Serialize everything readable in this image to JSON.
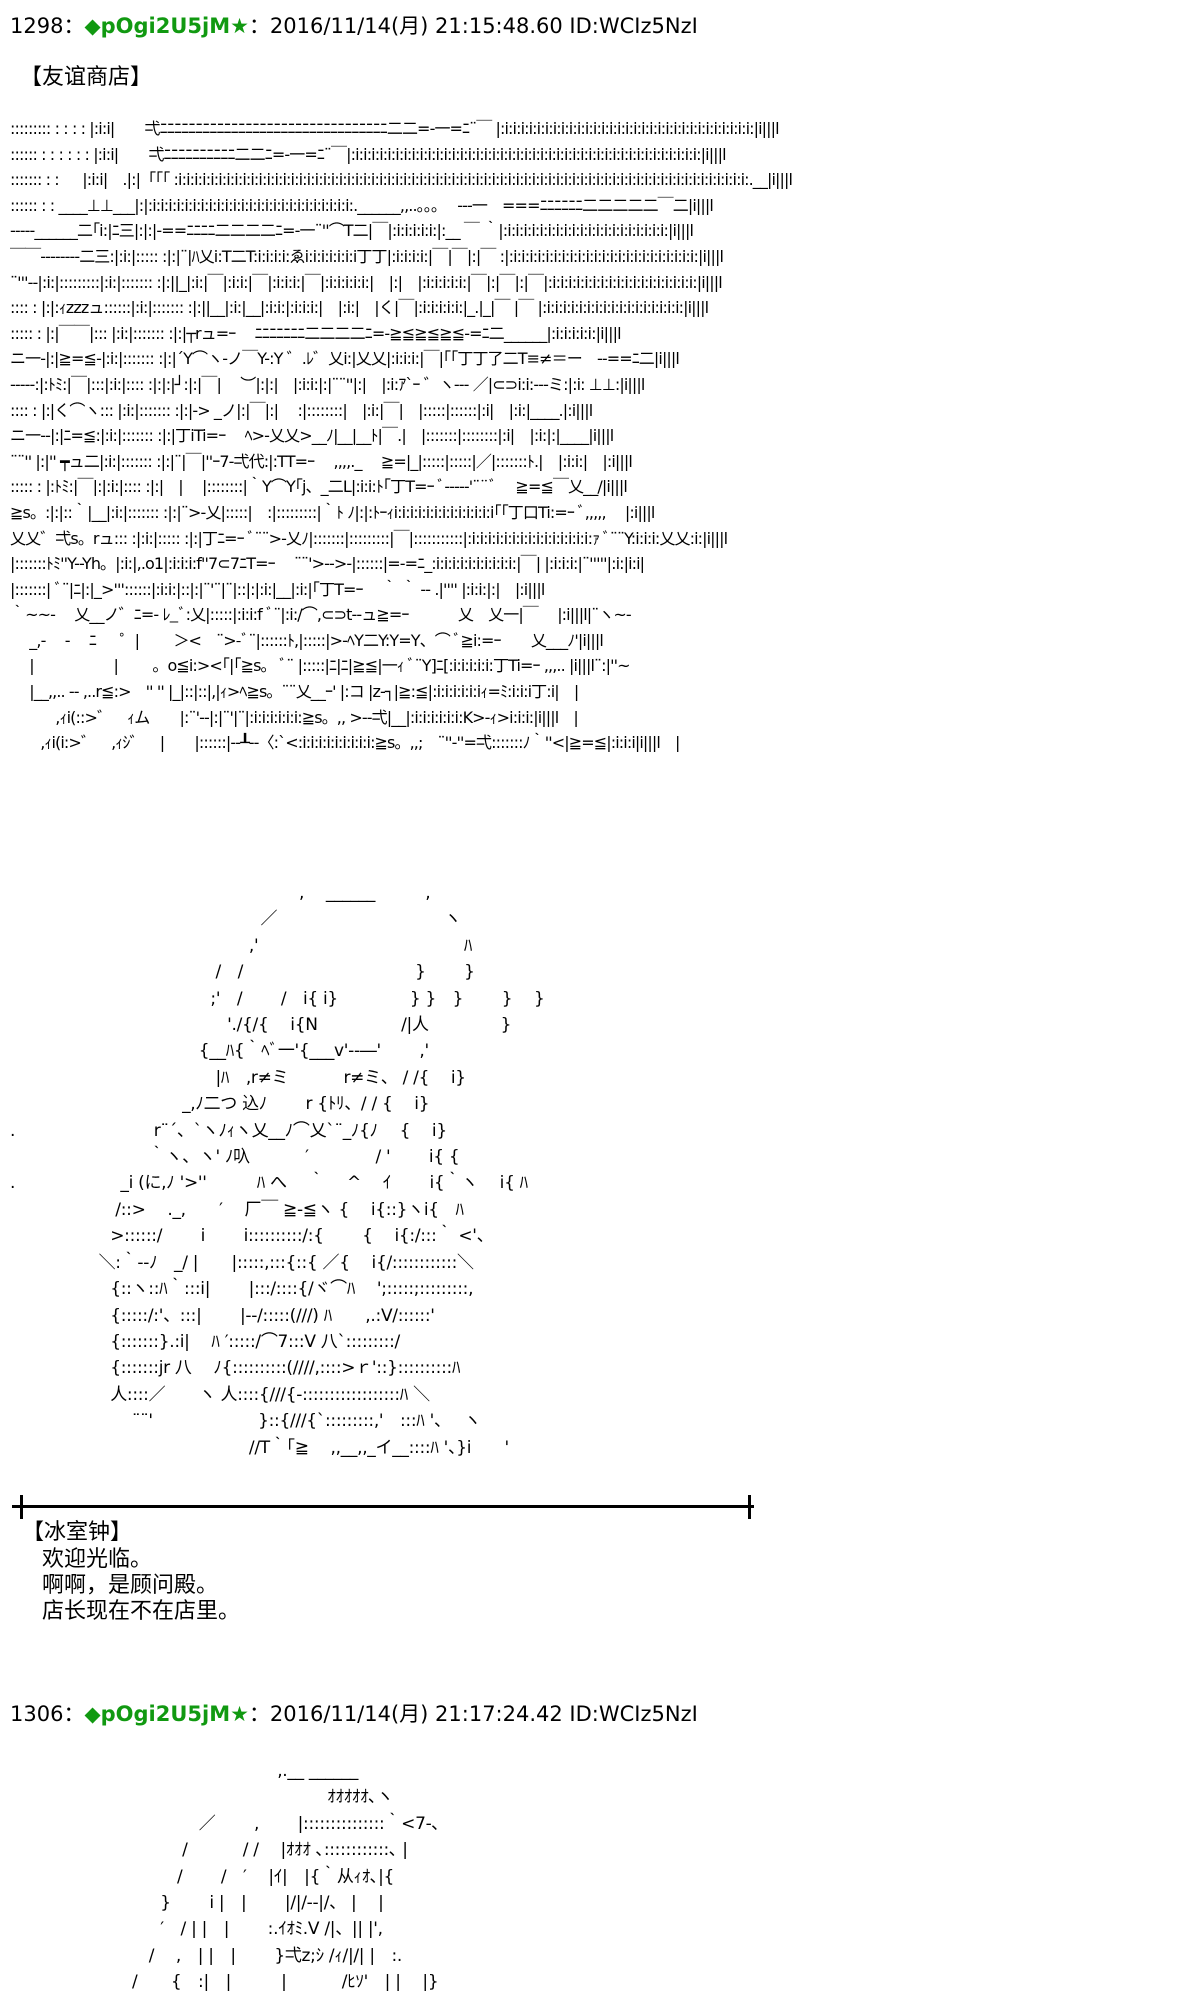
{
  "post1": {
    "header": {
      "number": "1298",
      "separator": "：",
      "mark": "◆",
      "trip": "pOgi2U5jM",
      "star": "★",
      "datetime": "：2016/11/14(月) 21:15:48.60 ID:WCIz5NzI"
    },
    "location": "【友谊商店】",
    "art_shop": [
      "::::::::: : : : : |:i:i|　　弌ﾆﾆﾆﾆﾆﾆﾆﾆﾆﾆﾆﾆﾆﾆﾆﾆﾆﾆﾆﾆﾆﾆﾆﾆﾆﾆﾆﾆﾆﾆﾆﾆ二二=-一=ﾆ¨￣ |:i:i:i:i:i:i:i:i:i:i:i:i:i:i:i:i:i:i:i:i:i:i:i:i:i:i:i:i:i:i:i:|i|||l",
      ":::::: : : : : : : |:i:i|　　弌ﾆﾆﾆﾆﾆﾆﾆﾆﾆﾆ二二ﾆ=-一=ﾆ¨￣|:i:i:i:i:i:i:i:i:i:i:i:i:i:i:i:i:i:i:i:i:i:i:i:i:i:i:i:i:i:i:i:i:i:i:i:i:i:i:i:i:i:i:i:|i|||l",
      "::::::: : : 　 |:i:i|　.|:|「「「 :i:i:i:i:i:i:i:i:i:i:i:i:i:i:i:i:i:i:i:i:i:i:i:i:i:i:i:i:i:i:i:i:i:i:i:i:i:i:i:i:i:i:i:i:i:i:i:i:i:i:i:i:i:i:i:i:i:i:i:i:i:i:i:i:i:i:i:i:i:i:i:.__|i|||l",
      ":::::: : : ____⊥⊥___|:|:i:i:i:i:i:i:i:i:i:i:i:i:i:i:i:i:i:i:i:i:i:i:i:i:i:.______,,..。。。　 ---一　===ﾆﾆﾆﾆﾆﾆ二二二二二￣二|i|||l",
      "-----______二｢i:|ﾆ三|:|:|-==ﾆﾆﾆﾆ二二二二ﾆ=-一¨''⌒T二|￣|:i:i:i:i:i:|:__ ￣ ｀|:i:i:i:i:i:i:i:i:i:i:i:i:i:i:i:i:i:i:i:i:|i|||l",
      "￣￣--------二三:|:i:|::::: :|:|¨|ﾊ乂i:T二T:i:i:i:i:ゑi:i:i:i:i:i:i丁丁|:i:i:i:i:|￣|￣|:|￣ :|:i:i:i:i:i:i:i:i:i:i:i:i:i:i:i:i:i:i:i:i:i:i:i:|i|||l",
      "¨'''--|:i:|:::::::::|:i:|::::::: :|:||_|:i:|￣|:i:i:|￣|:i:i:i:|￣|:i:i:i:i:i:|　|:|　|:i:i:i:i:i:|￣|:|￣|:|￣|:i:i:i:i:i:i:i:i:i:i:i:i:i:i:i:i:i:i:|i|||l",
      ":::: : |:|:ｨzzzュ::::::|:i:|::::::: :|:||__|:i:|__|:i:i:|:i:i:i:|　|:i:|　|く|￣|:i:i:i:i:i:|_.|_|￣ |￣ |:i:i:i:i:i:i:i:i:i:i:i:i:i:i:i:i:i:|i|||l",
      "::::: : |:|￣￣|::: |:i:|::::::: :|:|┬rュ=ｰ　 ﾆﾆﾆﾆﾆﾆﾆ二二二二ﾆ=-≧≦≧≦≧≦-=ﾆ二______|:i:i:i:i:i:|i|||l",
      "ニ一-|:|≧=≦-|:i:|::::::: :|:|´Y⌒ヽ-ノ￣Y-:Y ゛.ﾚ゛乂i:|乂乂|:i:i:i:|￣|｢「丁丁了二T≡≠＝ー　--==ﾆ二|i|||l",
      "-----:|:ﾄﾐ:|￣|:::|:i:|:::: :|:|:|┘:|:|￣|　 ︶|:|:|　|:i:i:|:|¨¨''|:|　|:i:ｱ`ｰ ゛ヽ--- ／|⊂⊃i:i:---ミ:|:i: ⊥⊥:|i|||l",
      ":::: : |:|く⌒ヽ::: |:i:|::::::: :|:|-> _ノ|:|￣|:|　 :|::::::::|　|:i:|￣|　|:::::|::::::|:i|　|:i:|____.|:i|||l",
      "ニ一--|:|ﾆ=≦:|:i:|::::::: :|:|丁iTi=ｰ　 ﾍ>-乂乂>__ﾉ|__|__ﾄ|￣.|　|:::::::|::::::::|:i|　|:i:|:|____|i|||l",
      "¨¨'' |:|'' ┯ュ二|:i:|::::::: :|:|¨|￣|''ｰ7-弌代:|:TT=ｰ　 ,,,,._　 ≧=|_|:::::|:::::|／|:::::::ﾄ.|　|:i:i:|　|:i|||l",
      "::::: : |:ﾄﾐ:|￣|:|:i:|:::: :|:|　|　 |::::::::|｀Y⌒Y｢j、_二L|:i:i:ﾄ｢丁T=ｰ ﾞ‐‐‐‐‐'¨¨ﾞ 　≧=≦￣乂__/|i|||l",
      "≧s。:|:|::｀|__|:i:|::::::: :|:|¨>-乂|:::::|　:|:::::::::|｀ﾄ ﾉ|:|:ﾄｰｨi:i:i:i:i:i:i:i:i:i:i:i:i｢「丁口Ti:=ｰ ﾞ,,,,, 　|:i|||l",
      "乂乂゛弌s。rュ::: :|:i:|::::: :|:|丁ﾆ=ｰ ﾞ¨¨>-乂ﾉ|:::::::|:::::::::|￣|:::::::::::|:i:i:i:i:i:i:i:i:i:i:i:i:i:i:i:ｧ ﾞ¨¨Y:i:i:i:乂乂:i:|i|||l",
      "|:::::::ﾄﾐ''Y--Yh。|:i:|,.o1|:i:i:i:f''7⊂7ﾆT=ｰ　 ¨¨'>-->-|::::::|=-=ﾆ_:i:i:i:i:i:i:i:i:i:i:|￣| |:i:i:i:|¨'''''|:i:|i:i|",
      "|:::::::| ﾞ¨|ﾆ|:|_>'''::::::|:i:i:|::|:|¨'¨|¨|::|:|:i:|__|:i:|｢丁T=ｰ　 ｀ ｀ -- .|'''' |:i:i:|:|　|:i|||l",
      "｀~~-　 乂__ノ゛ﾆ=- ﾚ_ﾞ:乂|:::::|:i:i:f ﾞ¨|:i:/⌒,⊂⊃t--ュ≧=ｰ　　　 乂　乂一|￣　 |:i|||l|¨ヽ~-",
      "　 _,-　 -　 ﾆ 　 ゜|　　 ＞<　¨>-ﾞ¨|::::::ﾄ,|:::::|>-ﾍY二Y:Y=Y、⌒ ﾞ≧i:=ｰ　　乂___ﾉ'|i|||l",
      "　 |　　　　　 |　　 。o≦i:><｢|｢≧s。 ﾞ¨ |:::::|ﾆ|ﾆ|≧≦|一ｨ ﾞ¨Y]ﾆ[:i:i:i:i:i:丁Ti=ｰ ,,,.. |i|||l¨:|''~",
      "　 |__,,.. -- ,..r≦:>　'' '' |_|::|::|,|ｨ>ﾍ≧s。¨¨乂__ｰ' |:コ |z-┐|≧:≦|:i:i:i:i:i:iｨ=ﾐ:i:i:i丁:i|　|",
      "　　　,ｨi(::>゛　ｨム　　|:¨'--|:|¨'|¨|:i:i:i:i:i:i:≧s。,, >--弌|__|:i:i:i:i:i:i:K>-ｨ>i:i:i:|i|||l　|",
      "　　,ｨi(i:>゛　,ｨｼ゛　|　　|::::::|--┸--〈:`<:i:i:i:i:i:i:i:i:i:≧s。,,;　¨''‐''=弌:::::::ﾉ｀''<|≧=≦|:i:i:i|i|||l　|"
    ],
    "art_character": [
      "　　　　　　　　　　　　　　　　　 ,　 ______　　　,",
      "　　　　　　　　　　　　　　　／　　　　　　　　　　ヽ",
      "　　　　　　　　　　　　　　 ,'　　　　　　　　　　　　 ﾊ",
      "　　　　　　　　　　　　 /　/　　　　　　　　　　 }　　 }",
      "　　　　　　　　　　　　;'　/　　 /　i{ i}　　　　 } }　}　　 }　 }",
      "　　　　　　　　　　　　　'./{/{　 i{N　　　　　/|人　　　　 }",
      "　　　　　　　　　　　 {__ﾊ{｀ﾍﾞ一'{___v'--―'　　 ,'",
      "　　　　　　　　　　　　 |ﾊ　,r≠ミ　　　 r≠ミ、 / /{　 i}",
      "　　　　　　　　　　 _,ﾉ二つ 込ﾉ　　 r {ﾄﾘ、/ / {　 i}",
      ".　　　　　　　　 r¨´、`ヽﾉｨヽ乂__ﾉ⌒乂`¨_ﾉ{ﾉ　 {　 i}",
      "　　　　　　　　 ｀ヽ、ヽ' ﾉ叺　　　 ′　　　　/ '　　 i{ {",
      ".　　　　　　 _i (に,ﾉ '>''　　　ﾊ へ　 ｀　 ^　 ｲ　　 i{｀ヽ　 i{ ﾊ",
      "　　　　　　 /::>　 ._,　　′　 厂￣ ≧-≦ヽ {　 i{::}ヽi{　ﾊ",
      "　　　　　　>::::::/　　 i　　 i::::::::::/:{　　 {　 i{:/:::｀ <'、",
      "　　　　　 ＼:｀--ﾉ　_/ |　　|:::::,:::{::{ ／{　 i{/::::::::::::＼",
      "　　　　　　{::ヽ::ﾊ｀:::i|　　 |:::/::::{/ヾ⌒ﾊ　 ';:::::;:::::::::,",
      "　　　　　　{:::::/:'、:::|　　 |--/:::::(///) ﾊ　　,.:V/::::::'",
      "　　　　　　{:::::::}.:i|　 ﾊ ′:::::/⌒7:::V 八`:::::::::/",
      "　　　　　　{:::::::jr 八　 ﾉ{::::::::::(////,::::>ｒ'::}::::::::::ﾊ",
      "　　　　　　人::::／　　ヽ 人::::{///{-::::::::::::::::::ﾊ ＼",
      "　　　　　　　 ¨¨'　　　　　　 }::{///{`:::::::::,'　:::ﾊ '、　 ヽ",
      "　　　　　　　　　　　　　　 //T｀｢≧　 ,,__,,_イ__::::ﾊ '、}i　　'"
    ],
    "speaker": "【冰室钟】",
    "lines": [
      "欢迎光临。",
      "啊啊，是顾问殿。",
      "店长现在不在店里。"
    ]
  },
  "post2": {
    "header": {
      "number": "1306",
      "separator": "：",
      "mark": "◆",
      "trip": "pOgi2U5jM",
      "star": "★",
      "datetime": "：2016/11/14(月) 21:17:24.42 ID:WCIz5NzI"
    },
    "art_character": [
      "　　　　　　　　　　　　　　　　,.__ ______",
      "　　　　　　　　　　　　　　　　　　　ｵｵｵｵｵ､ヽ",
      "　　　　　　　　　　　 ／　　 ,　　 |:::::::::::::::｀<7-､",
      "　　　　　　　　　　 /　　　 / /　 |ｵｵｵ ､::::::::::::､ |",
      "　　　　　　　　　　/　　 /　′　 |ｲ|　|{｀从ｨｵ､|{",
      "　　　　　　　　　}　　 i |　|　　 |/|/--|/、 |　 |",
      "　　　　　　　　　′　/ | |　|　　 :.ｲｵﾐ.V /|、|| |',",
      "　　　　　　　　 /　 ,　| |　|　　 }弌z;ｼ /ｨ/|/| |　:.",
      "　　　　　　　 /　　{　:|　|　　　|　　　 /ﾋｿ'　| |　 |}"
    ]
  }
}
